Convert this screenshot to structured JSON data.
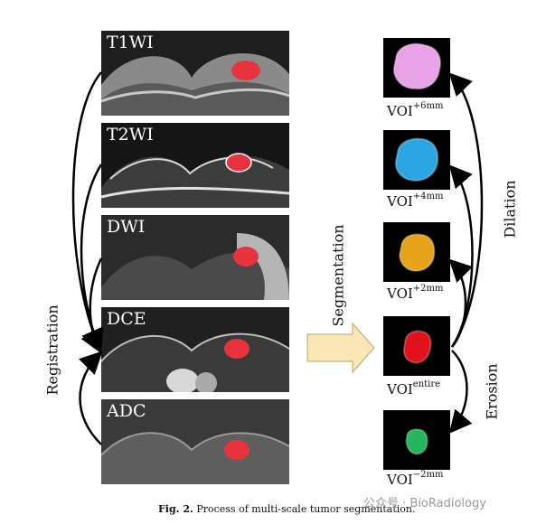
{
  "panels": [
    {
      "label": "T1WI"
    },
    {
      "label": "T2WI"
    },
    {
      "label": "DWI"
    },
    {
      "label": "DCE"
    },
    {
      "label": "ADC"
    }
  ],
  "vois": [
    {
      "base": "VOI",
      "sup": "+6mm",
      "color": "#e7a3e6"
    },
    {
      "base": "VOI",
      "sup": "+4mm",
      "color": "#2ba6e2"
    },
    {
      "base": "VOI",
      "sup": "+2mm",
      "color": "#e8a31c"
    },
    {
      "base": "VOI",
      "sup": "entire",
      "color": "#e3111b"
    },
    {
      "base": "VOI",
      "sup": "−2mm",
      "color": "#26b55c"
    }
  ],
  "labels": {
    "registration": "Registration",
    "segmentation": "Segmentation",
    "dilation": "Dilation",
    "erosion": "Erosion"
  },
  "caption": {
    "fig": "Fig. 2.",
    "text": "Process of multi-scale tumor segmentation."
  },
  "watermark": "公众号 · BioRadiology",
  "colors": {
    "segmentation_arrow_fill": "#fbe7b5",
    "tumor_overlay": "#e8333f"
  }
}
